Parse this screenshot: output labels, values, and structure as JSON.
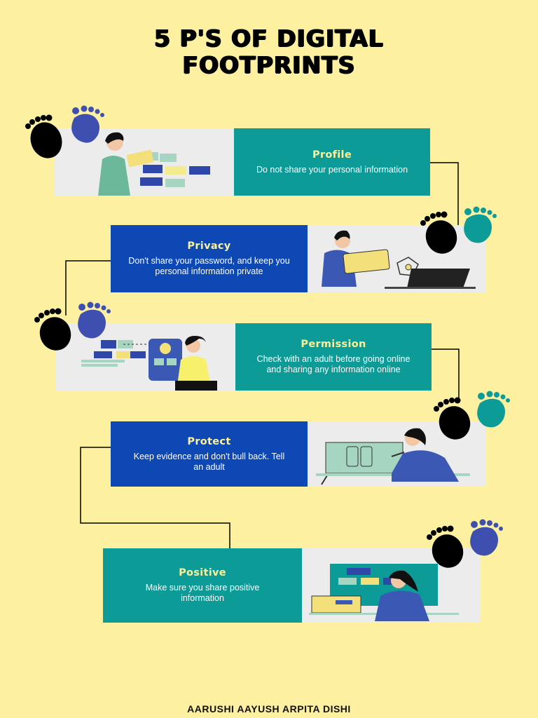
{
  "title": {
    "line1": "5 P'S OF DIGITAL",
    "line2": "FOOTPRINTS"
  },
  "cards": [
    {
      "heading": "Profile",
      "text": "Do not share your personal information"
    },
    {
      "heading": "Privacy",
      "text": "Don't share your password, and keep you personal information private"
    },
    {
      "heading": "Permission",
      "text": "Check with an adult before going online and sharing any information online"
    },
    {
      "heading": "Protect",
      "text": "Keep evidence and don't bull back. Tell an adult"
    },
    {
      "heading": "Positive",
      "text": "Make sure you share positive information"
    }
  ],
  "footer": "AARUSHI AAYUSH ARPITA DISHI",
  "colors": {
    "background": "#fdf0a0",
    "teal": "#0d9b97",
    "blue": "#0d48b4",
    "heading": "#fbf29a"
  }
}
